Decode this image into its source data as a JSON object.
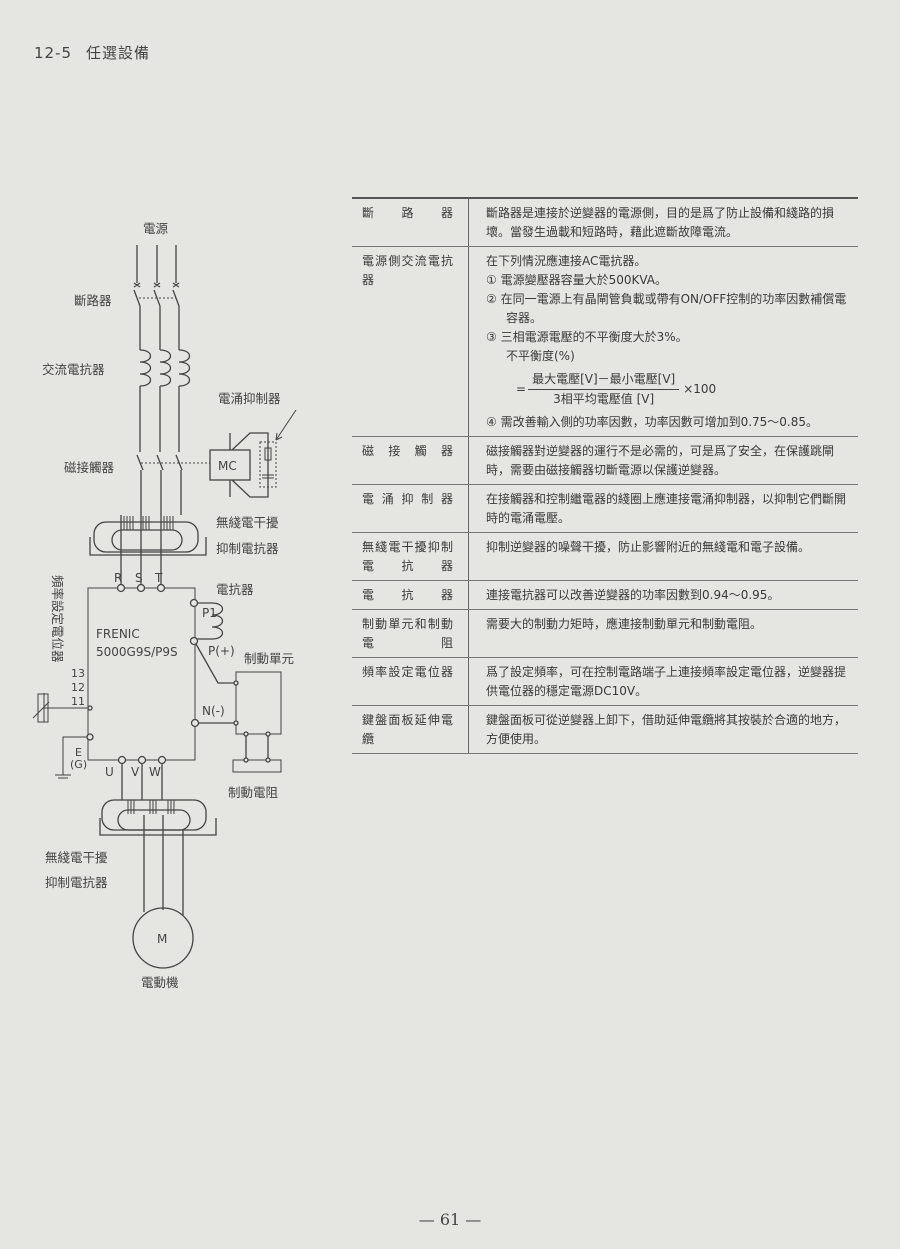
{
  "header": {
    "section": "12-5",
    "title": "任選設備"
  },
  "diagram": {
    "power_source": "電源",
    "breaker": "斷路器",
    "ac_reactor": "交流電抗器",
    "surge_suppressor": "電涌抑制器",
    "contactor": "磁接觸器",
    "mc": "MC",
    "noise_filter_top": [
      "無綫電干擾",
      "抑制電抗器"
    ],
    "noise_filter_bottom": [
      "無綫電干擾",
      "抑制電抗器"
    ],
    "freq_pot": "頻率設定電位器",
    "terminals_input": [
      "R",
      "S",
      "T"
    ],
    "terminals_output": [
      "U",
      "V",
      "W"
    ],
    "reactor": "電抗器",
    "p1": "P1",
    "p_plus": "P(+)",
    "n_minus": "N(-)",
    "braking_unit": "制動單元",
    "braking_resistor": "制動電阻",
    "inverter_name": "FRENIC",
    "inverter_model": "5000G9S/P9S",
    "control_terminals": [
      "13",
      "12",
      "11"
    ],
    "earth": [
      "E",
      "(G)"
    ],
    "motor_symbol": "M",
    "motor": "電動機"
  },
  "table": {
    "rows": [
      {
        "name": "斷路器",
        "desc": [
          "斷路器是連接於逆變器的電源側，目的是爲了防止設備和綫路的損壞。當發生過載和短路時，藉此遮斷故障電流。"
        ]
      },
      {
        "name": "電源側交流電抗器",
        "intro": "在下列情況應連接AC電抗器。",
        "items": [
          "① 電源變壓器容量大於500KVA。",
          "② 在同一電源上有晶閘管負載或帶有ON/OFF控制的功率因數補償電容器。",
          "③ 三相電源電壓的不平衡度大於3%。"
        ],
        "unbalance_label": "不平衡度(%)",
        "formula": {
          "eq": "=",
          "numerator": "最大電壓[V]－最小電壓[V]",
          "denominator": "3相平均電壓值 [V]",
          "multiplier": "×100"
        },
        "item4": "④ 需改善輸入側的功率因數，功率因數可增加到0.75～0.85。"
      },
      {
        "name": "磁接觸器",
        "desc": [
          "磁接觸器對逆變器的運行不是必需的，可是爲了安全，在保護跳閘時，需要由磁接觸器切斷電源以保護逆變器。"
        ]
      },
      {
        "name": "電涌抑制器",
        "desc": [
          "在接觸器和控制繼電器的綫圈上應連接電涌抑制器，以抑制它們斷開時的電涌電壓。"
        ]
      },
      {
        "name": "無綫電干擾抑制電抗器",
        "desc": [
          "抑制逆變器的噪聲干擾，防止影響附近的無綫電和電子設備。"
        ]
      },
      {
        "name": "電抗器",
        "desc": [
          "連接電抗器可以改善逆變器的功率因數到0.94～0.95。"
        ]
      },
      {
        "name": "制動單元和制動電阻",
        "desc": [
          "需要大的制動力矩時，應連接制動單元和制動電阻。"
        ]
      },
      {
        "name": "頻率設定電位器",
        "desc": [
          "爲了設定頻率，可在控制電路端子上連接頻率設定電位器，逆變器提供電位器的穩定電源DC10V。"
        ]
      },
      {
        "name": "鍵盤面板延伸電纜",
        "desc": [
          "鍵盤面板可從逆變器上卸下，借助延伸電纜將其按裝於合適的地方，方便使用。"
        ]
      }
    ]
  },
  "footer": {
    "page": "— 61 —"
  }
}
